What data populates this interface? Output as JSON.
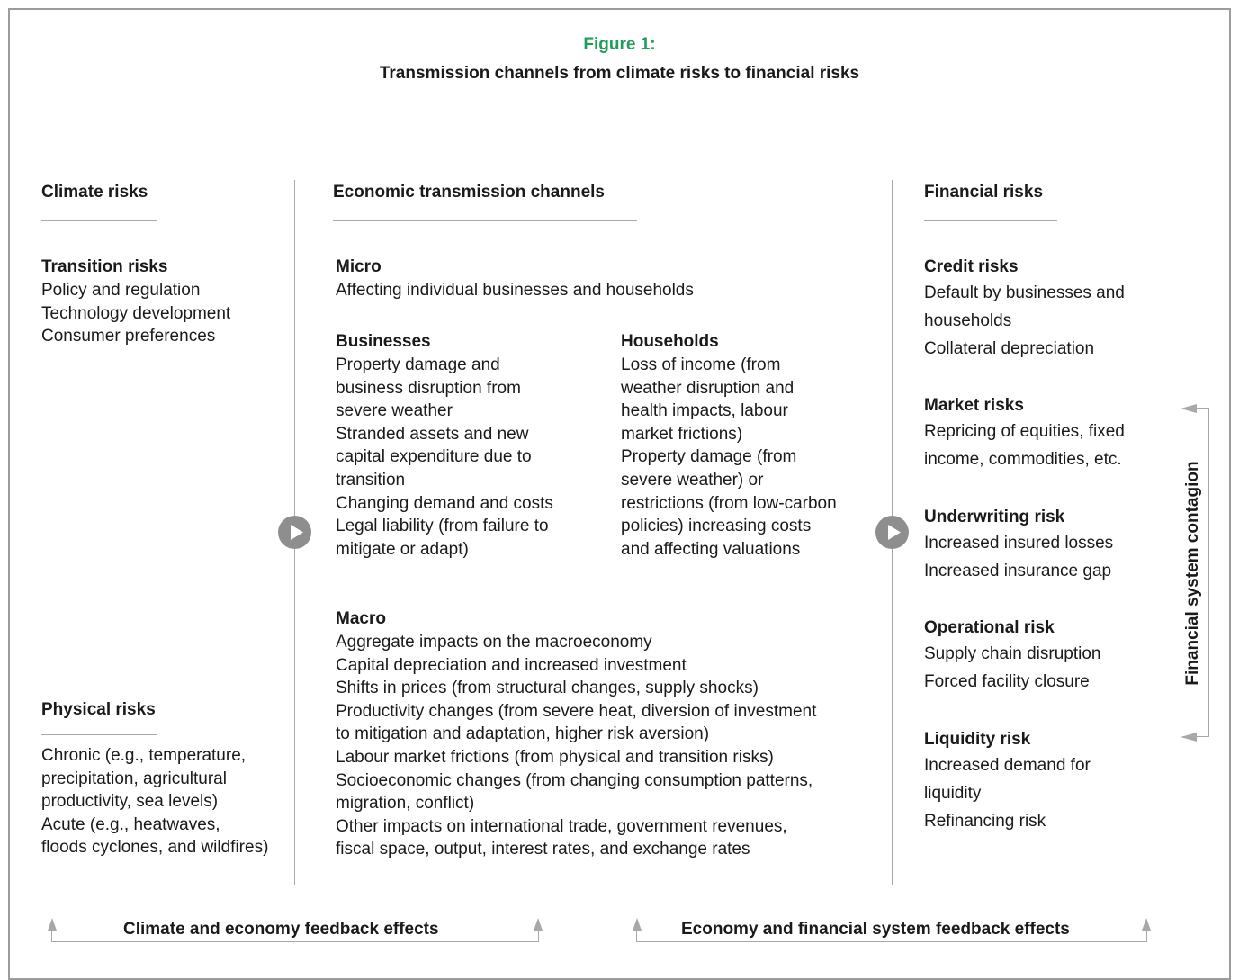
{
  "figure": {
    "number": "Figure 1:",
    "title": "Transmission channels from climate risks to financial risks"
  },
  "climate": {
    "heading": "Climate risks",
    "transition": {
      "title": "Transition risks",
      "items": [
        "Policy and regulation",
        "Technology development",
        "Consumer preferences"
      ]
    },
    "physical": {
      "title": "Physical risks",
      "items": [
        "Chronic (e.g., temperature,",
        "precipitation, agricultural",
        "productivity, sea levels)",
        "Acute (e.g., heatwaves,",
        "floods cyclones, and wildfires)"
      ]
    }
  },
  "economic": {
    "heading": "Economic transmission channels",
    "micro": {
      "title": "Micro",
      "subtitle": "Affecting individual businesses and households"
    },
    "businesses": {
      "title": "Businesses",
      "items": [
        "Property damage and",
        "business disruption from",
        "severe weather",
        "Stranded assets and new",
        "capital expenditure due to",
        "transition",
        "Changing demand and costs",
        "Legal liability (from failure to",
        "mitigate or adapt)"
      ]
    },
    "households": {
      "title": "Households",
      "items": [
        "Loss of income (from",
        "weather disruption and",
        "health impacts, labour",
        "market frictions)",
        "Property damage (from",
        "severe weather) or",
        "restrictions (from low-carbon",
        "policies) increasing costs",
        "and affecting valuations"
      ]
    },
    "macro": {
      "title": "Macro",
      "items": [
        "Aggregate impacts on the macroeconomy",
        "Capital depreciation and increased investment",
        "Shifts in prices (from structural changes, supply shocks)",
        "Productivity changes (from severe heat, diversion of investment",
        "to mitigation and adaptation, higher risk aversion)",
        "Labour market frictions (from physical and transition risks)",
        "Socioeconomic changes (from changing consumption patterns,",
        "migration, conflict)",
        "Other impacts on international trade, government revenues,",
        "fiscal space, output, interest rates, and exchange rates"
      ]
    }
  },
  "financial": {
    "heading": "Financial risks",
    "credit": {
      "title": "Credit risks",
      "items": [
        "Default by businesses and",
        "households",
        "Collateral depreciation"
      ]
    },
    "market": {
      "title": "Market risks",
      "items": [
        "Repricing of equities, fixed",
        "income, commodities, etc."
      ]
    },
    "underwriting": {
      "title": "Underwriting risk",
      "items": [
        "Increased insured losses",
        "Increased insurance gap"
      ]
    },
    "operational": {
      "title": "Operational risk",
      "items": [
        "Supply chain disruption",
        "Forced facility closure"
      ]
    },
    "liquidity": {
      "title": "Liquidity risk",
      "items": [
        "Increased demand for",
        "liquidity",
        "Refinancing risk"
      ]
    },
    "contagion": "Financial system contagion"
  },
  "feedback": {
    "left": "Climate and economy feedback effects",
    "right": "Economy and financial system feedback effects"
  },
  "colors": {
    "accent": "#1e9e5a",
    "lines": "#a8a8a8",
    "circle": "#8e8e8e"
  },
  "icons": [
    "play-arrow-icon",
    "arrow-up-icon",
    "arrow-left-icon"
  ]
}
